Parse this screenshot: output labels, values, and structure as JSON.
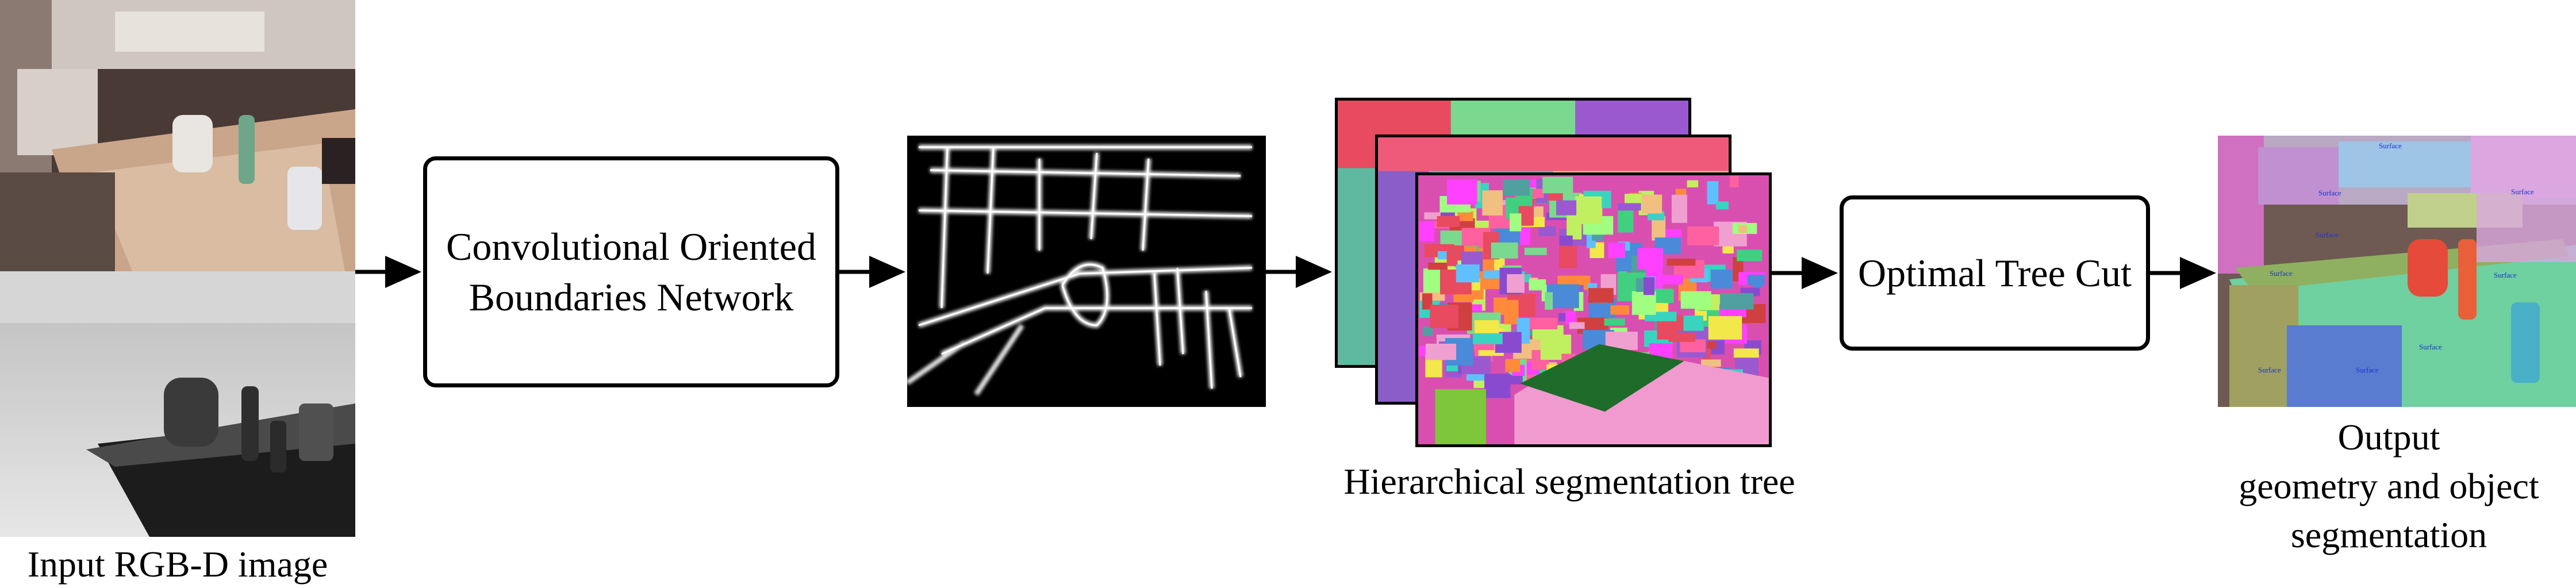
{
  "input": {
    "caption": "Input RGB-D image"
  },
  "cob_box": {
    "line1": "Convolutional Oriented",
    "line2": "Boundaries Network"
  },
  "tree": {
    "caption": "Hierarchical segmentation tree"
  },
  "cut_box": {
    "label": "Optimal Tree Cut"
  },
  "output": {
    "line1": "Output",
    "line2": "geometry and object",
    "line3": "segmentation",
    "overlay_labels": [
      "Surface",
      "Surface",
      "Surface",
      "Surface",
      "Surface",
      "Surface",
      "Surface",
      "Surface",
      "Surface"
    ]
  },
  "colors": {
    "stroke": "#000000",
    "background": "#ffffff"
  }
}
